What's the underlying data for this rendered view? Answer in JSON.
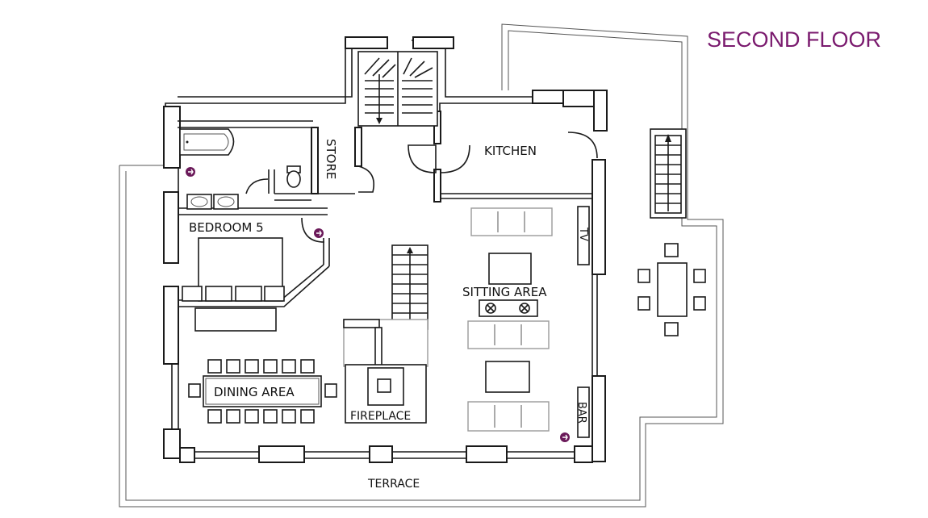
{
  "title": "SECOND FLOOR",
  "colors": {
    "title": "#7a1a6e",
    "wall_stroke": "#1a1a1a",
    "marker": "#6b1a5a",
    "background": "#ffffff"
  },
  "rooms": {
    "store": "STORE",
    "kitchen": "KITCHEN",
    "bedroom": "BEDROOM 5",
    "sitting": "SITTING AREA",
    "dining": "DINING AREA",
    "fireplace": "FIREPLACE",
    "tv": "TV",
    "bar": "BAR",
    "terrace": "TERRACE"
  },
  "icons": {
    "direction_marker": "arrow-circle-icon"
  }
}
